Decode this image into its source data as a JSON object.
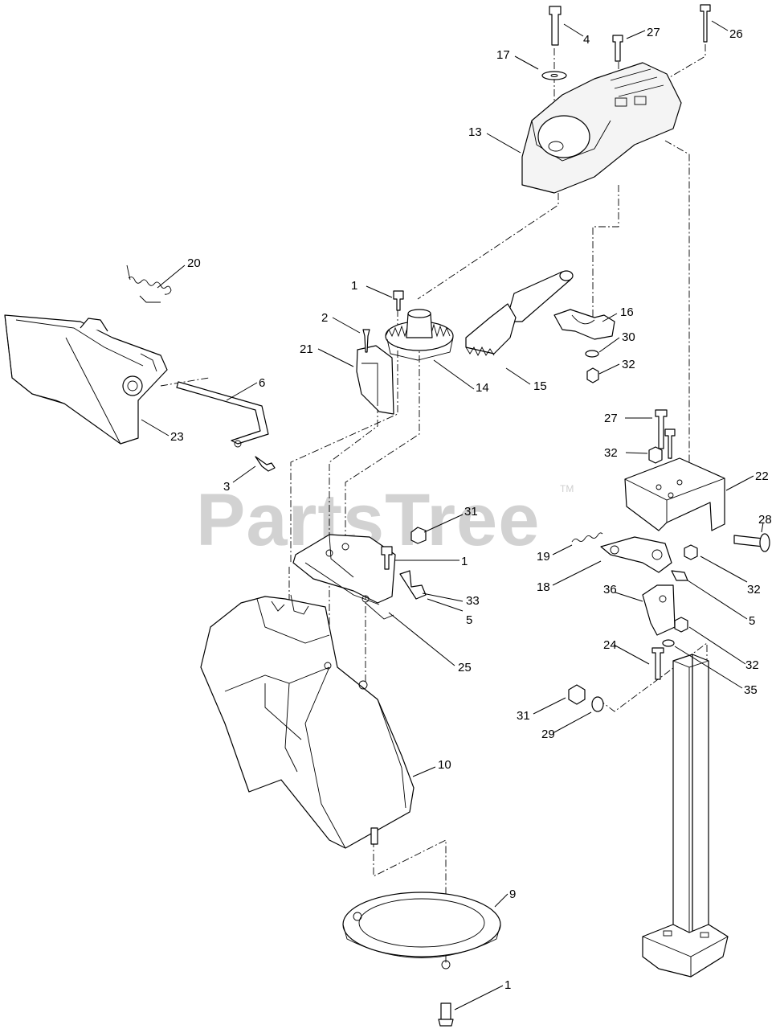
{
  "watermark": {
    "text": "PartsTree",
    "trademark": "TM"
  },
  "callouts": [
    {
      "id": "c-4",
      "label": "4"
    },
    {
      "id": "c-27a",
      "label": "27"
    },
    {
      "id": "c-26",
      "label": "26"
    },
    {
      "id": "c-17",
      "label": "17"
    },
    {
      "id": "c-13",
      "label": "13"
    },
    {
      "id": "c-20",
      "label": "20"
    },
    {
      "id": "c-1a",
      "label": "1"
    },
    {
      "id": "c-2",
      "label": "2"
    },
    {
      "id": "c-21",
      "label": "21"
    },
    {
      "id": "c-16",
      "label": "16"
    },
    {
      "id": "c-30",
      "label": "30"
    },
    {
      "id": "c-32a",
      "label": "32"
    },
    {
      "id": "c-14",
      "label": "14"
    },
    {
      "id": "c-15",
      "label": "15"
    },
    {
      "id": "c-6",
      "label": "6"
    },
    {
      "id": "c-23",
      "label": "23"
    },
    {
      "id": "c-3",
      "label": "3"
    },
    {
      "id": "c-27b",
      "label": "27"
    },
    {
      "id": "c-32b",
      "label": "32"
    },
    {
      "id": "c-22",
      "label": "22"
    },
    {
      "id": "c-31a",
      "label": "31"
    },
    {
      "id": "c-1b",
      "label": "1"
    },
    {
      "id": "c-28",
      "label": "28"
    },
    {
      "id": "c-19",
      "label": "19"
    },
    {
      "id": "c-32c",
      "label": "32"
    },
    {
      "id": "c-18",
      "label": "18"
    },
    {
      "id": "c-36",
      "label": "36"
    },
    {
      "id": "c-33",
      "label": "33"
    },
    {
      "id": "c-5a",
      "label": "5"
    },
    {
      "id": "c-5b",
      "label": "5"
    },
    {
      "id": "c-25",
      "label": "25"
    },
    {
      "id": "c-24",
      "label": "24"
    },
    {
      "id": "c-32d",
      "label": "32"
    },
    {
      "id": "c-35",
      "label": "35"
    },
    {
      "id": "c-31b",
      "label": "31"
    },
    {
      "id": "c-29",
      "label": "29"
    },
    {
      "id": "c-10",
      "label": "10"
    },
    {
      "id": "c-9",
      "label": "9"
    },
    {
      "id": "c-1c",
      "label": "1"
    }
  ]
}
